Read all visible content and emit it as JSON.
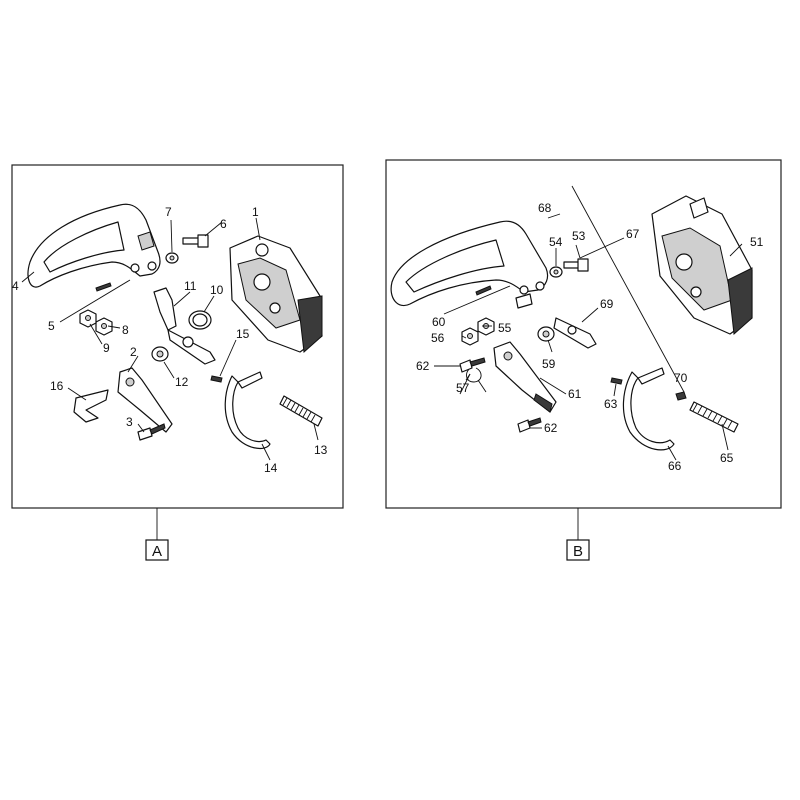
{
  "panels": [
    {
      "tag": "A",
      "labels": [
        "1",
        "2",
        "3",
        "4",
        "5",
        "6",
        "7",
        "8",
        "9",
        "10",
        "11",
        "12",
        "13",
        "14",
        "15",
        "16"
      ]
    },
    {
      "tag": "B",
      "labels": [
        "51",
        "53",
        "54",
        "55",
        "56",
        "57",
        "59",
        "60",
        "61",
        "62",
        "62",
        "63",
        "65",
        "66",
        "67",
        "68",
        "69",
        "70"
      ]
    }
  ]
}
